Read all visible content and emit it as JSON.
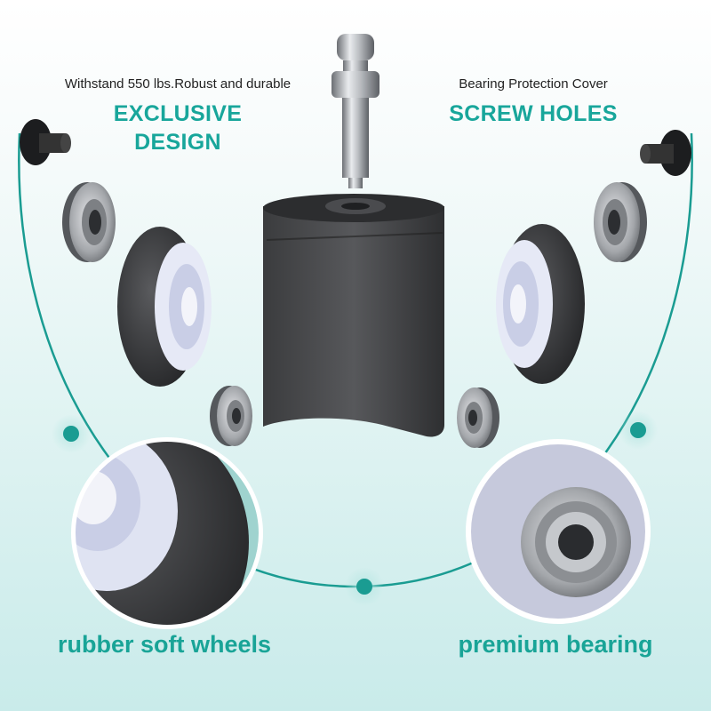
{
  "left_caption": {
    "subtitle": "Withstand 550 lbs.Robust and durable",
    "title_line1": "EXCLUSIVE",
    "title_line2": "DESIGN"
  },
  "right_caption": {
    "subtitle": "Bearing Protection Cover",
    "title": "SCREW HOLES"
  },
  "bottom_left_label": "rubber soft wheels",
  "bottom_right_label": "premium bearing",
  "colors": {
    "accent": "#19a497",
    "arc": "#1a9c92",
    "text": "#222222",
    "rubber": "#3a3b3d",
    "bearing_metal": "#a9acb0",
    "hub": "#dfe3f2"
  },
  "icons": [
    "stem-icon",
    "caster-body-icon",
    "wheel-icon",
    "bearing-icon",
    "cap-icon"
  ]
}
